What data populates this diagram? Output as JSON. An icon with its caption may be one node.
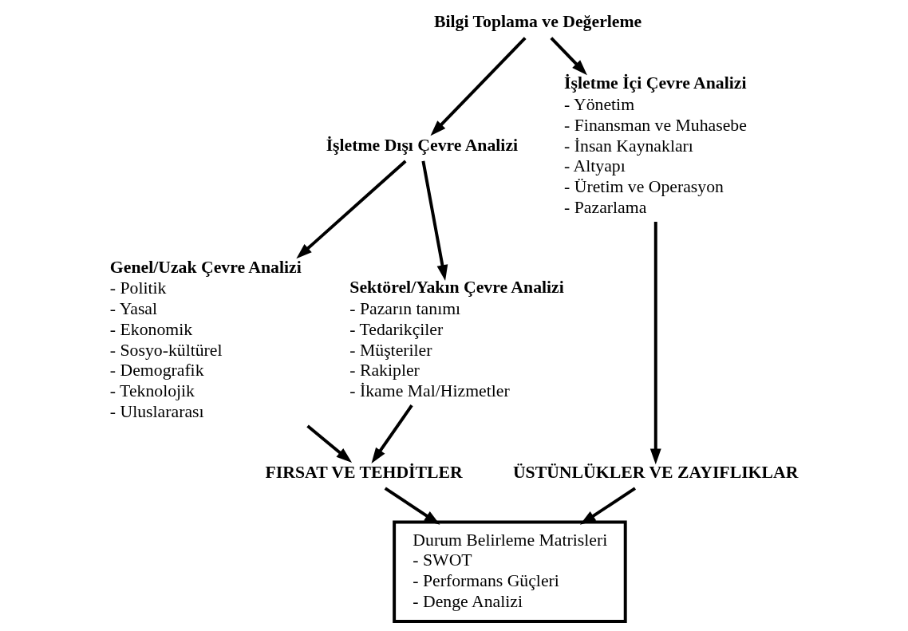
{
  "diagram": {
    "nodes": [
      {
        "text": [
          "Bilgi Toplama ve Değerleme"
        ]
      },
      {
        "text": [
          "İşletme Dışı Çevre Analizi"
        ]
      },
      {
        "text": [
          "İşletme İçi Çevre Analizi",
          "- Yönetim",
          "- Finansman ve Muhasebe",
          "- İnsan Kaynakları",
          "- Altyapı",
          "- Üretim ve Operasyon",
          "- Pazarlama"
        ]
      },
      {
        "text": [
          "Genel/Uzak Çevre Analizi",
          "- Politik",
          "- Yasal",
          "- Ekonomik",
          "- Sosyo-kültürel",
          "- Demografik",
          "- Teknolojik",
          "- Uluslararası"
        ]
      },
      {
        "text": [
          "Sektörel/Yakın Çevre Analizi",
          "- Pazarın tanımı",
          "- Tedarikçiler",
          "- Müşteriler",
          "- Rakipler",
          "- İkame Mal/Hizmetler"
        ]
      },
      {
        "text": [
          "FIRSAT VE TEHDİTLER"
        ]
      },
      {
        "text": [
          "ÜSTÜNLÜKLER VE ZAYIFLIKLAR"
        ]
      },
      {
        "text": [
          "Durum Belirleme Matrisleri",
          "- SWOT",
          "- Performans Güçleri",
          "- Denge Analizi"
        ]
      }
    ],
    "edges": [
      {
        "from": 0,
        "to": 1,
        "arrow": "to"
      },
      {
        "from": 0,
        "to": 2,
        "arrow": "to"
      },
      {
        "from": 1,
        "to": 3,
        "arrow": "to"
      },
      {
        "from": 1,
        "to": 4,
        "arrow": "to"
      },
      {
        "from": 3,
        "to": 5,
        "arrow": "to"
      },
      {
        "from": 4,
        "to": 5,
        "arrow": "to"
      },
      {
        "from": 2,
        "to": 6,
        "arrow": "to"
      },
      {
        "from": 5,
        "to": 7,
        "arrow": "to"
      },
      {
        "from": 6,
        "to": 7,
        "arrow": "to"
      }
    ]
  }
}
